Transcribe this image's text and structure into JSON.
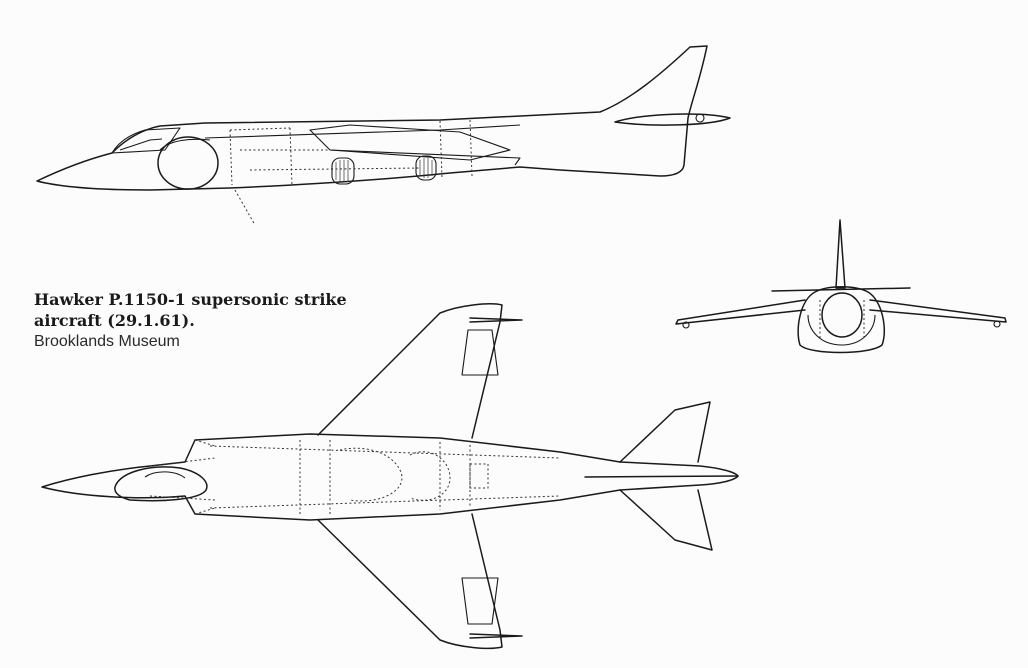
{
  "caption": {
    "title_line1": "Hawker P.1150-1 supersonic strike",
    "title_line2": "aircraft (29.1.61).",
    "credit": "Brooklands Museum"
  },
  "views": {
    "side": "side-elevation",
    "plan": "plan-view",
    "front": "front-elevation"
  },
  "colors": {
    "ink": "#1a1a1a",
    "paper": "#fcfcfc"
  }
}
